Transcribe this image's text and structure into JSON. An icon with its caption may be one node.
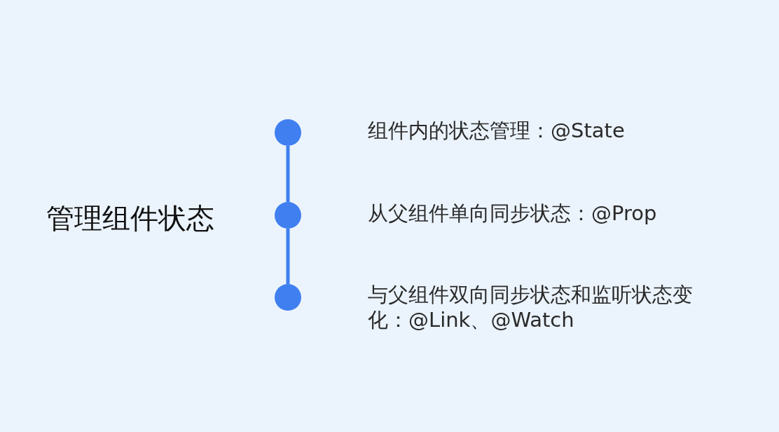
{
  "diagram": {
    "nodes": [
      {
        "text": [],
        "shape": "circle",
        "beside": [
          "组件内的状态管理：@State"
        ]
      },
      {
        "text": [],
        "shape": "circle",
        "beside": [
          "从父组件单向同步状态：@Prop"
        ]
      },
      {
        "text": [],
        "shape": "circle",
        "beside": [
          "与父组件双向同步状态和监听状态变化：@Link、@Watch"
        ]
      }
    ],
    "edges": [
      {
        "from": 0,
        "to": 1,
        "arrow": "none"
      },
      {
        "from": 1,
        "to": 2,
        "arrow": "none"
      }
    ],
    "labels": [
      "管理组件状态"
    ]
  }
}
